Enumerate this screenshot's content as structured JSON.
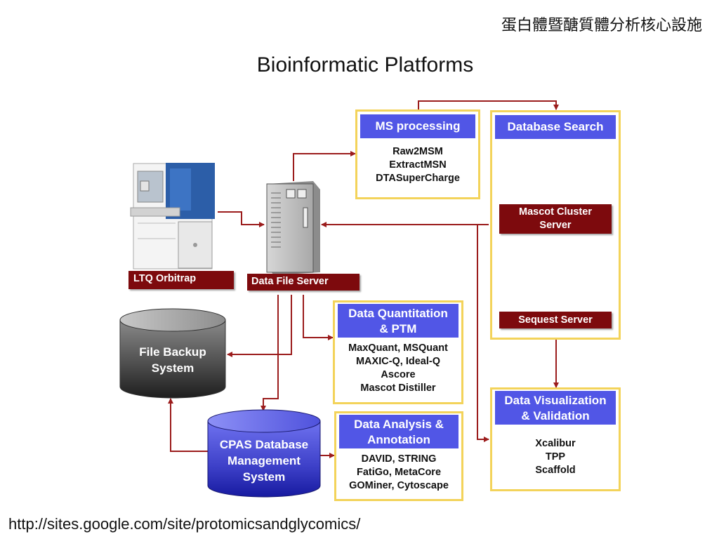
{
  "header": {
    "corner_title": "蛋白體暨醣質體分析核心設施",
    "title": "Bioinformatic Platforms"
  },
  "footer": {
    "url": "http://sites.google.com/site/protomicsandglycomics/"
  },
  "nodes": {
    "ltq": {
      "label": "LTQ Orbitrap"
    },
    "data_file_server": {
      "label": "Data File Server"
    },
    "file_backup": {
      "line1": "File Backup",
      "line2": "System"
    },
    "cpas": {
      "line1": "CPAS Database",
      "line2": "Management",
      "line3": "System"
    },
    "ms_processing": {
      "header": "MS processing",
      "items": [
        "Raw2MSM",
        "ExtractMSN",
        "DTASuperCharge"
      ]
    },
    "database_search": {
      "header": "Database Search",
      "mascot_line1": "Mascot Cluster",
      "mascot_line2": "Server",
      "sequest": "Sequest Server"
    },
    "quantitation": {
      "header_line1": "Data Quantitation",
      "header_line2": "& PTM",
      "items": [
        "MaxQuant, MSQuant",
        "MAXIC-Q, Ideal-Q",
        "Ascore",
        "Mascot Distiller"
      ]
    },
    "analysis": {
      "header_line1": "Data Analysis &",
      "header_line2": "Annotation",
      "items": [
        "DAVID, STRING",
        "FatiGo,  MetaCore",
        "GOMiner, Cytoscape"
      ]
    },
    "visualization": {
      "header_line1": "Data Visualization",
      "header_line2": "& Validation",
      "items": [
        "Xcalibur",
        "TPP",
        "Scaffold"
      ]
    }
  },
  "colors": {
    "box_border": "#f3d35a",
    "header_blue": "#5156e6",
    "label_red": "#7d0a0d",
    "arrow": "#9b1c1c"
  }
}
